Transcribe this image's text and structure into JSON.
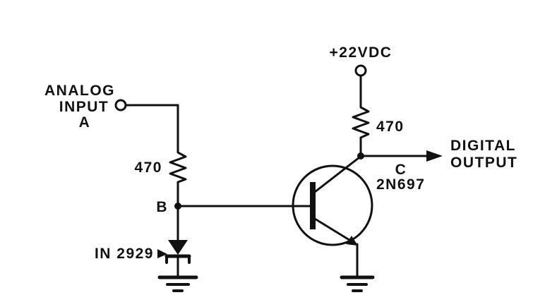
{
  "labels": {
    "analog_input_1": "ANALOG",
    "analog_input_2": "INPUT",
    "analog_terminal": "A",
    "input_resistor": "470",
    "base_node": "B",
    "diode": "IN 2929",
    "supply": "+22VDC",
    "collector_resistor": "470",
    "collector_node": "C",
    "transistor": "2N697",
    "output_1": "DIGITAL",
    "output_2": "OUTPUT"
  },
  "colors": {
    "ink": "#111111",
    "background": "#ffffff"
  }
}
